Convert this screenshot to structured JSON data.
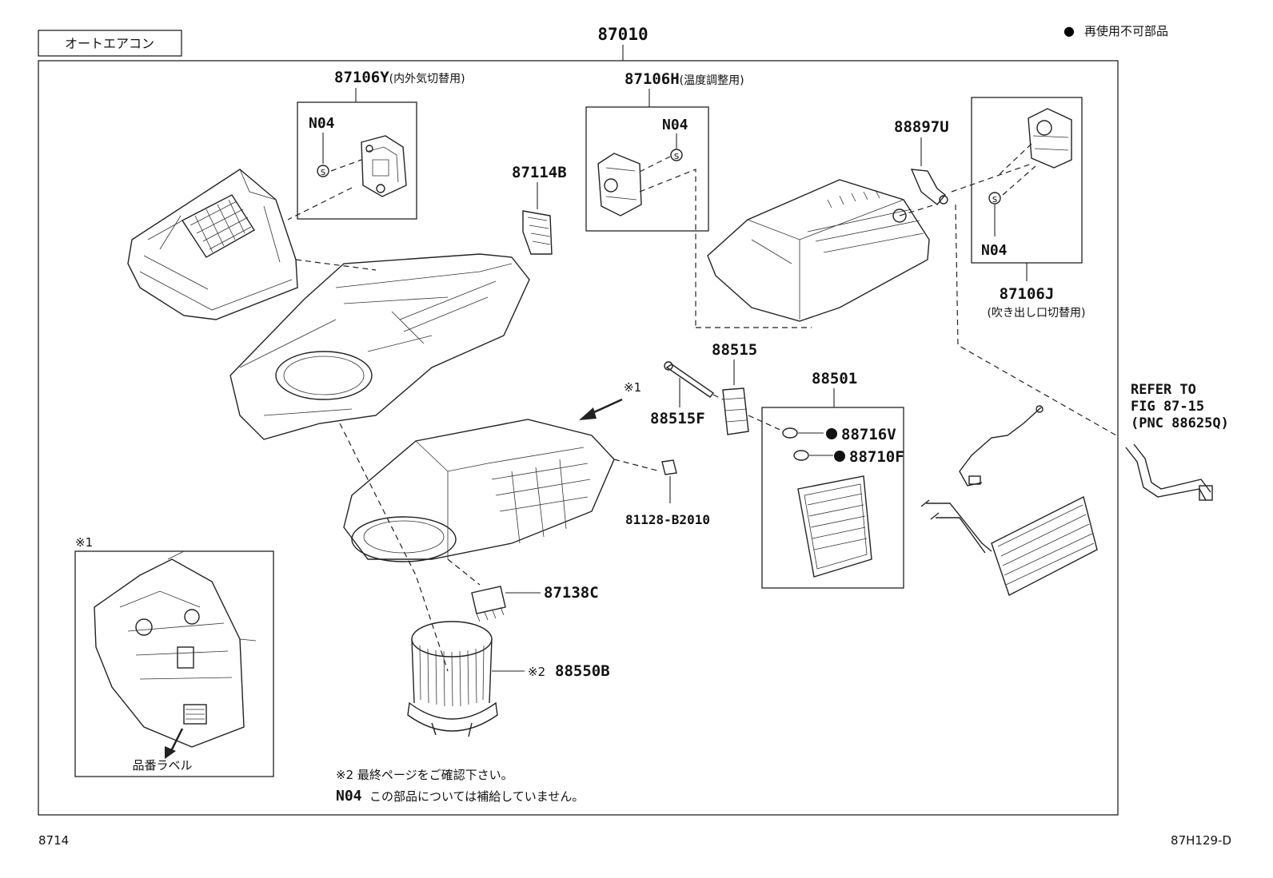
{
  "header": {
    "section_tag": "オートエアコン",
    "assembly_number": "87010",
    "legend_bullet": "●",
    "legend_text": "再使用不可部品"
  },
  "parts": {
    "p87106Y": {
      "number": "87106Y",
      "desc": "(内外気切替用)"
    },
    "p87106H": {
      "number": "87106H",
      "desc": "(温度調整用)"
    },
    "p87106J": {
      "number": "87106J",
      "desc": "(吹き出し口切替用)"
    },
    "p87114B": {
      "number": "87114B"
    },
    "p88897U": {
      "number": "88897U"
    },
    "p88515": {
      "number": "88515"
    },
    "p88515F": {
      "number": "88515F"
    },
    "p88501": {
      "number": "88501"
    },
    "p88716V": {
      "number": "88716V"
    },
    "p88710F": {
      "number": "88710F"
    },
    "p81128": {
      "number": "81128-B2010"
    },
    "p87138C": {
      "number": "87138C"
    },
    "p88550B": {
      "number": "88550B",
      "prefix": "※2"
    },
    "n04": "N04"
  },
  "refer": {
    "line1": "REFER TO",
    "line2": "FIG 87-15",
    "line3": "(PNC 88625Q)"
  },
  "callouts": {
    "mark1": "※1",
    "inset_mark": "※1",
    "inset_label": "品番ラベル"
  },
  "notes": {
    "note2": "※2 最終ページをご確認下さい。",
    "n04_code": "N04",
    "n04_text": "この部品については補給していません。"
  },
  "footer": {
    "left_code": "8714",
    "right_code": "87H129-D"
  }
}
